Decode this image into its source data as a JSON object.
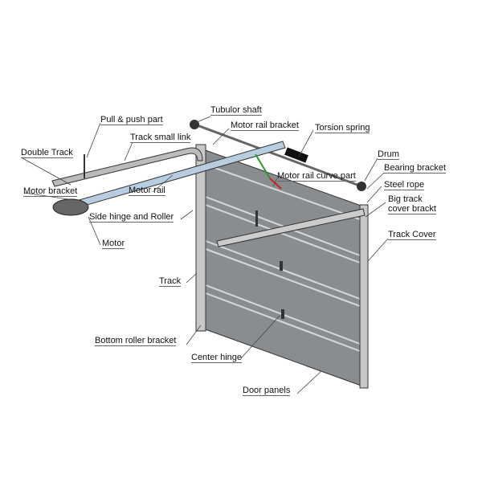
{
  "labels": {
    "tubulor_shaft": "Tubulor shaft",
    "pull_push": "Pull & push part",
    "motor_rail_bracket": "Motor rail bracket",
    "torsion_spring": "Torsion spring",
    "track_small_link": "Track small link",
    "double_track": "Double Track",
    "drum": "Drum",
    "bearing_bracket": "Bearing bracket",
    "motor_rail_curve": "Motor rail curve part",
    "steel_rope": "Steel rope",
    "motor_bracket": "Motor bracket",
    "motor_rail": "Motor rail",
    "big_track_1": "Big track",
    "big_track_2": "cover brackt",
    "side_hinge": "Side hinge and Roller",
    "track_cover": "Track Cover",
    "motor": "Motor",
    "track": "Track",
    "bottom_roller": "Bottom roller bracket",
    "center_hinge": "Center hinge",
    "door_panels": "Door panels"
  }
}
